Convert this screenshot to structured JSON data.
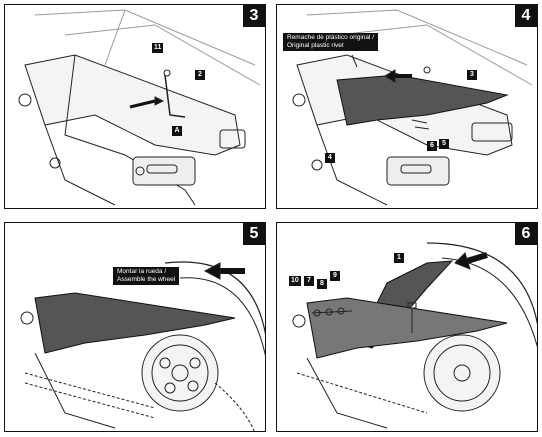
{
  "panels": [
    {
      "step": "3",
      "labels": {
        "a": "11",
        "b": "2",
        "c": "A"
      }
    },
    {
      "step": "4",
      "note": "Remache de plástico original /\nOriginal plastic rivet",
      "labels": {
        "a": "3",
        "b": "4",
        "c": "6",
        "d": "5"
      }
    },
    {
      "step": "5",
      "note": "Montar la rueda /\nAssemble the wheel"
    },
    {
      "step": "6",
      "labels": {
        "a": "1",
        "b": "10",
        "c": "7",
        "d": "8",
        "e": "9"
      }
    }
  ]
}
